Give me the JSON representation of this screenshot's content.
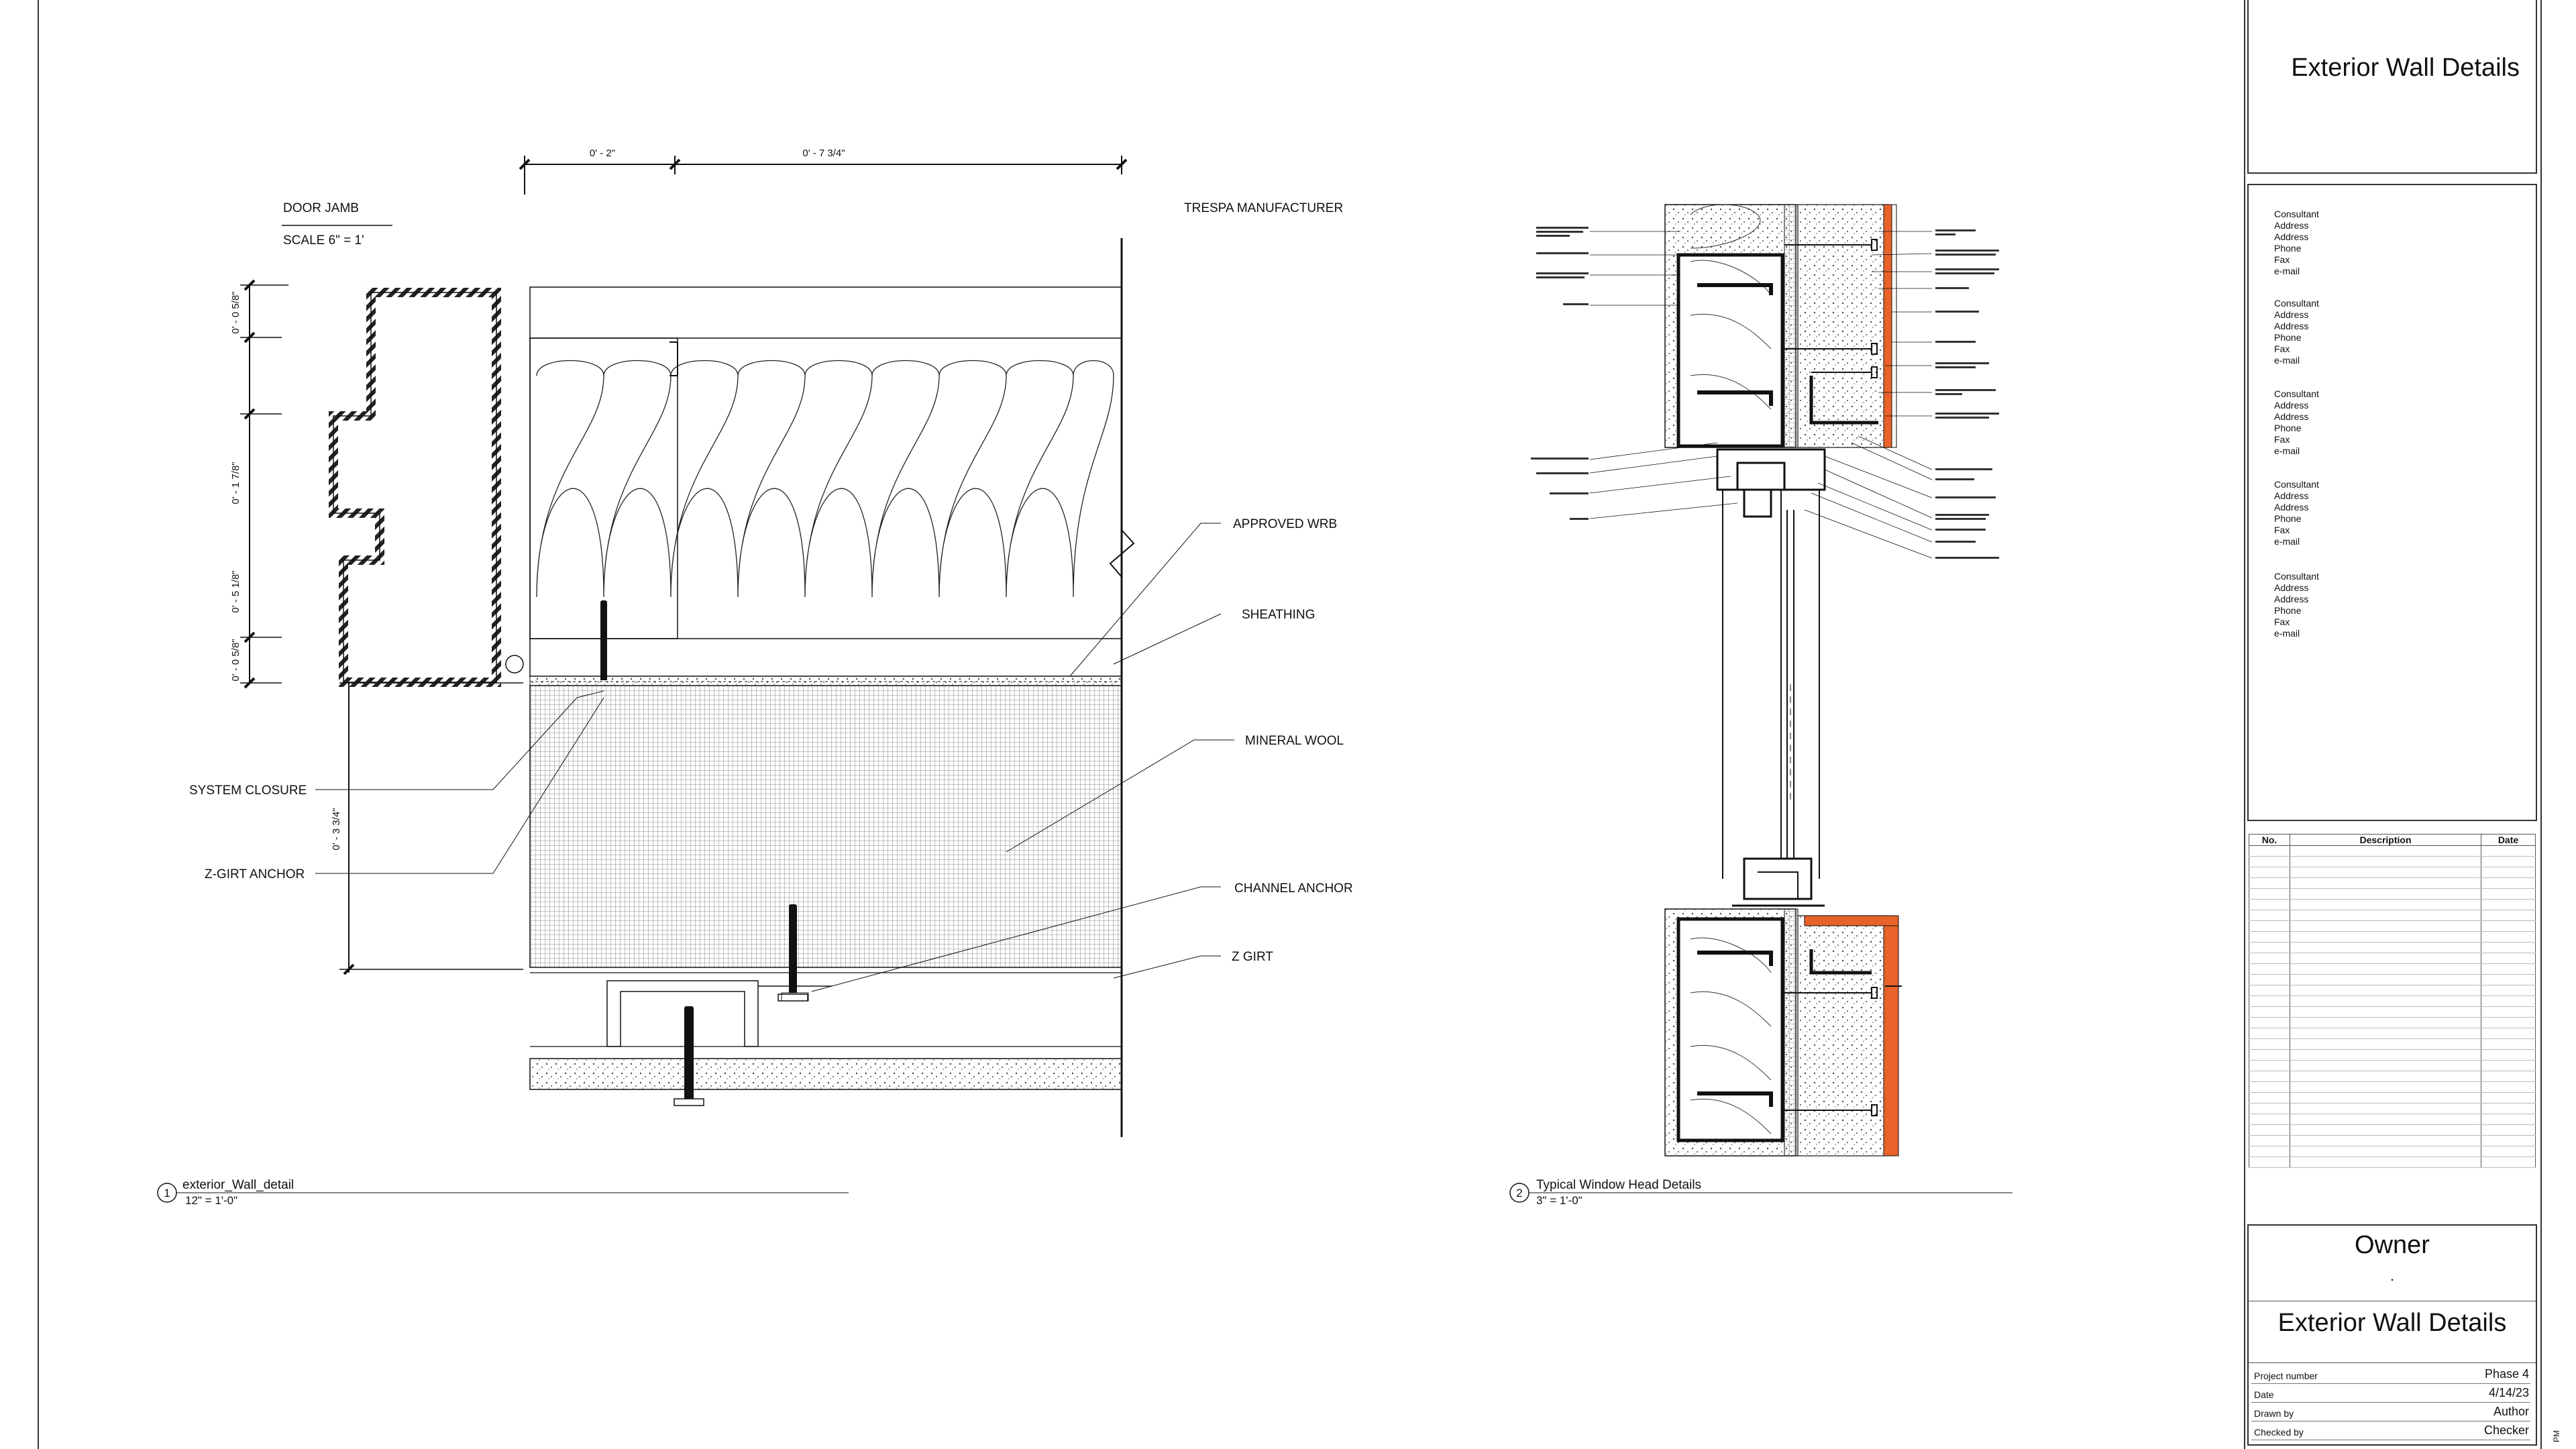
{
  "sheet": {
    "title": "Exterior Wall Details",
    "owner": "Owner",
    "owner_sub": ".",
    "bottom_title": "Exterior Wall Details",
    "edge_text": "PM"
  },
  "consultants": [
    {
      "lines": [
        "Consultant",
        "Address",
        "Address",
        "Phone",
        "Fax",
        "e-mail"
      ]
    },
    {
      "lines": [
        "Consultant",
        "Address",
        "Address",
        "Phone",
        "Fax",
        "e-mail"
      ]
    },
    {
      "lines": [
        "Consultant",
        "Address",
        "Address",
        "Phone",
        "Fax",
        "e-mail"
      ]
    },
    {
      "lines": [
        "Consultant",
        "Address",
        "Address",
        "Phone",
        "Fax",
        "e-mail"
      ]
    },
    {
      "lines": [
        "Consultant",
        "Address",
        "Address",
        "Phone",
        "Fax",
        "e-mail"
      ]
    }
  ],
  "revisions": {
    "headers": [
      "No.",
      "Description",
      "Date"
    ],
    "rows": []
  },
  "project_info": [
    {
      "key": "Project number",
      "value": "Phase 4"
    },
    {
      "key": "Date",
      "value": "4/14/23"
    },
    {
      "key": "Drawn by",
      "value": "Author"
    },
    {
      "key": "Checked by",
      "value": "Checker"
    }
  ],
  "detail1": {
    "number": "1",
    "name": "exterior_Wall_detail",
    "scale": "12\" = 1'-0\"",
    "door_jamb": "DOOR JAMB",
    "jamb_scale": "SCALE 6\" = 1'",
    "manufacturer": "TRESPA MANUFACTURER",
    "dims_top": [
      "0' - 2\"",
      "0' - 7 3/4\""
    ],
    "dims_left": [
      "0' - 0 5/8\"",
      "0' - 1 7/8\"",
      "0' - 5 1/8\"",
      "0' - 0 5/8\"",
      "0' - 3 3/4\""
    ],
    "callouts_right": [
      "APPROVED WRB",
      "SHEATHING",
      "MINERAL WOOL",
      "CHANNEL ANCHOR",
      "Z GIRT"
    ],
    "callouts_left": [
      "SYSTEM CLOSURE",
      "Z-GIRT ANCHOR"
    ]
  },
  "detail2": {
    "number": "2",
    "name": "Typical Window Head Details",
    "scale": "3\" = 1'-0\""
  }
}
